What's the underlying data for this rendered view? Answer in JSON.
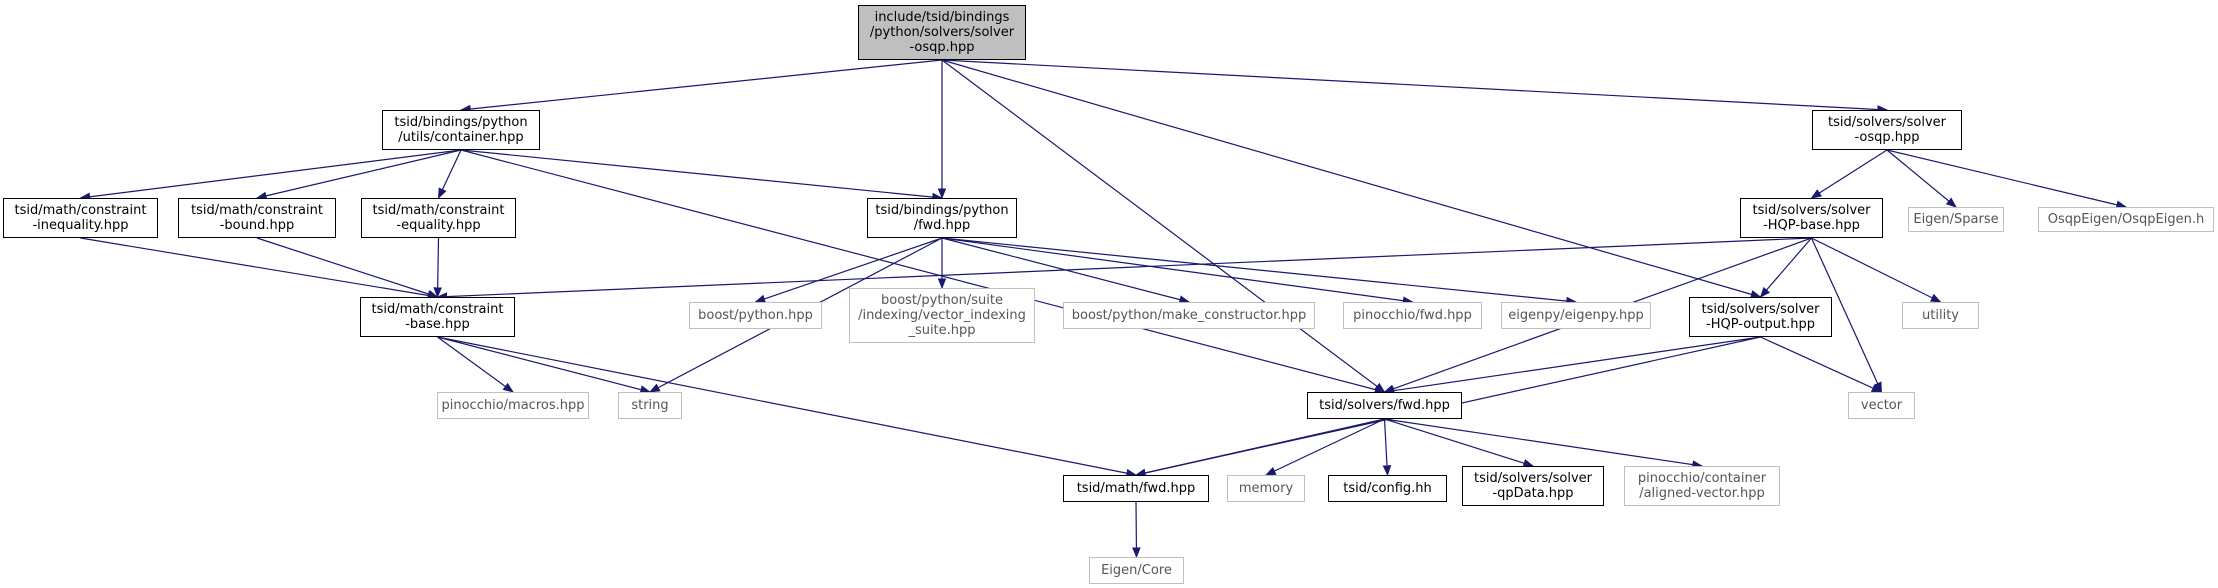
{
  "nodes": {
    "root": {
      "lines": [
        "include/tsid/bindings",
        "/python/solvers/solver",
        "-osqp.hpp"
      ],
      "kind": "root"
    },
    "container": {
      "lines": [
        "tsid/bindings/python",
        "/utils/container.hpp"
      ],
      "kind": "local"
    },
    "solver_osqp": {
      "lines": [
        "tsid/solvers/solver",
        "-osqp.hpp"
      ],
      "kind": "local"
    },
    "ineq": {
      "lines": [
        "tsid/math/constraint",
        "-inequality.hpp"
      ],
      "kind": "local"
    },
    "bound": {
      "lines": [
        "tsid/math/constraint",
        "-bound.hpp"
      ],
      "kind": "local"
    },
    "equality": {
      "lines": [
        "tsid/math/constraint",
        "-equality.hpp"
      ],
      "kind": "local"
    },
    "py_fwd": {
      "lines": [
        "tsid/bindings/python",
        "/fwd.hpp"
      ],
      "kind": "local"
    },
    "hqp_base": {
      "lines": [
        "tsid/solvers/solver",
        "-HQP-base.hpp"
      ],
      "kind": "local"
    },
    "eigen_sparse": {
      "lines": [
        "Eigen/Sparse"
      ],
      "kind": "ext"
    },
    "osqp_eigen": {
      "lines": [
        "OsqpEigen/OsqpEigen.h"
      ],
      "kind": "ext"
    },
    "constraint_base": {
      "lines": [
        "tsid/math/constraint",
        "-base.hpp"
      ],
      "kind": "local"
    },
    "boost_python": {
      "lines": [
        "boost/python.hpp"
      ],
      "kind": "ext"
    },
    "vector_indexing": {
      "lines": [
        "boost/python/suite",
        "/indexing/vector_indexing",
        "_suite.hpp"
      ],
      "kind": "ext"
    },
    "make_constructor": {
      "lines": [
        "boost/python/make_constructor.hpp"
      ],
      "kind": "ext"
    },
    "pin_fwd": {
      "lines": [
        "pinocchio/fwd.hpp"
      ],
      "kind": "ext"
    },
    "eigenpy": {
      "lines": [
        "eigenpy/eigenpy.hpp"
      ],
      "kind": "ext"
    },
    "hqp_output": {
      "lines": [
        "tsid/solvers/solver",
        "-HQP-output.hpp"
      ],
      "kind": "local"
    },
    "utility": {
      "lines": [
        "utility"
      ],
      "kind": "ext"
    },
    "pin_macros": {
      "lines": [
        "pinocchio/macros.hpp"
      ],
      "kind": "ext"
    },
    "string": {
      "lines": [
        "string"
      ],
      "kind": "ext"
    },
    "solvers_fwd": {
      "lines": [
        "tsid/solvers/fwd.hpp"
      ],
      "kind": "local"
    },
    "vector": {
      "lines": [
        "vector"
      ],
      "kind": "ext"
    },
    "math_fwd": {
      "lines": [
        "tsid/math/fwd.hpp"
      ],
      "kind": "local"
    },
    "memory": {
      "lines": [
        "memory"
      ],
      "kind": "ext"
    },
    "config": {
      "lines": [
        "tsid/config.hh"
      ],
      "kind": "local"
    },
    "qpdata": {
      "lines": [
        "tsid/solvers/solver",
        "-qpData.hpp"
      ],
      "kind": "local"
    },
    "aligned_vector": {
      "lines": [
        "pinocchio/container",
        "/aligned-vector.hpp"
      ],
      "kind": "ext"
    },
    "eigen_core": {
      "lines": [
        "Eigen/Core"
      ],
      "kind": "ext"
    }
  },
  "edges": [
    [
      "root",
      "container"
    ],
    [
      "root",
      "py_fwd"
    ],
    [
      "root",
      "solvers_fwd"
    ],
    [
      "root",
      "hqp_output"
    ],
    [
      "root",
      "solver_osqp"
    ],
    [
      "container",
      "ineq"
    ],
    [
      "container",
      "bound"
    ],
    [
      "container",
      "equality"
    ],
    [
      "container",
      "py_fwd"
    ],
    [
      "container",
      "solvers_fwd"
    ],
    [
      "ineq",
      "constraint_base"
    ],
    [
      "bound",
      "constraint_base"
    ],
    [
      "equality",
      "constraint_base"
    ],
    [
      "py_fwd",
      "boost_python"
    ],
    [
      "py_fwd",
      "vector_indexing"
    ],
    [
      "py_fwd",
      "make_constructor"
    ],
    [
      "py_fwd",
      "pin_fwd"
    ],
    [
      "py_fwd",
      "eigenpy"
    ],
    [
      "py_fwd",
      "string"
    ],
    [
      "solver_osqp",
      "hqp_base"
    ],
    [
      "solver_osqp",
      "eigen_sparse"
    ],
    [
      "solver_osqp",
      "osqp_eigen"
    ],
    [
      "hqp_base",
      "constraint_base"
    ],
    [
      "hqp_base",
      "hqp_output"
    ],
    [
      "hqp_base",
      "solvers_fwd"
    ],
    [
      "hqp_base",
      "utility"
    ],
    [
      "hqp_base",
      "vector"
    ],
    [
      "constraint_base",
      "pin_macros"
    ],
    [
      "constraint_base",
      "string"
    ],
    [
      "constraint_base",
      "math_fwd"
    ],
    [
      "hqp_output",
      "solvers_fwd"
    ],
    [
      "hqp_output",
      "math_fwd"
    ],
    [
      "hqp_output",
      "vector"
    ],
    [
      "solvers_fwd",
      "math_fwd"
    ],
    [
      "solvers_fwd",
      "memory"
    ],
    [
      "solvers_fwd",
      "config"
    ],
    [
      "solvers_fwd",
      "qpdata"
    ],
    [
      "solvers_fwd",
      "aligned_vector"
    ],
    [
      "math_fwd",
      "eigen_core"
    ]
  ],
  "colors": {
    "edge": "#191970",
    "local_border": "#000000",
    "root_fill": "#bfbfbf",
    "ext_border": "#bfbfbf"
  }
}
